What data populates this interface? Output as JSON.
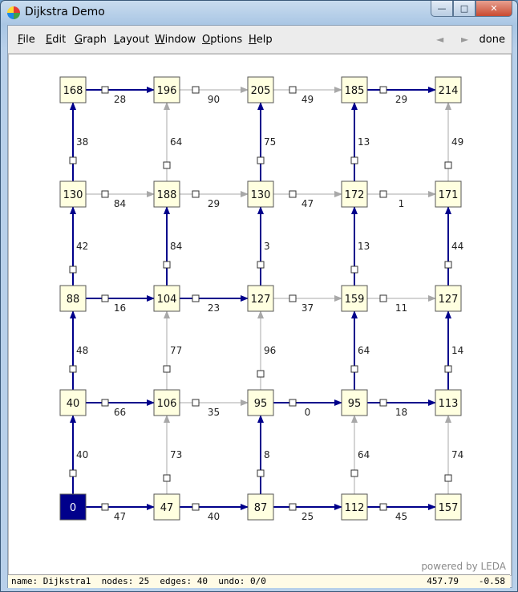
{
  "window": {
    "title": "Dijkstra Demo"
  },
  "window_buttons": {
    "minimize": "—",
    "maximize": "□",
    "close": "✕"
  },
  "menu": {
    "items": [
      {
        "label": "File",
        "mnemonic": "F",
        "rest": "ile"
      },
      {
        "label": "Edit",
        "mnemonic": "E",
        "rest": "dit"
      },
      {
        "label": "Graph",
        "mnemonic": "G",
        "rest": "raph"
      },
      {
        "label": "Layout",
        "mnemonic": "L",
        "rest": "ayout"
      },
      {
        "label": "Window",
        "mnemonic": "W",
        "rest": "indow"
      },
      {
        "label": "Options",
        "mnemonic": "O",
        "rest": "ptions"
      },
      {
        "label": "Help",
        "mnemonic": "H",
        "rest": "elp"
      }
    ],
    "nav_back": "◄",
    "nav_forward": "►",
    "done": "done"
  },
  "graph": {
    "rows": 5,
    "cols": 5,
    "node_labels": [
      [
        "168",
        "196",
        "205",
        "185",
        "214"
      ],
      [
        "130",
        "188",
        "130",
        "172",
        "171"
      ],
      [
        "88",
        "104",
        "127",
        "159",
        "127"
      ],
      [
        "40",
        "106",
        "95",
        "95",
        "113"
      ],
      [
        "0",
        "47",
        "87",
        "112",
        "157"
      ]
    ],
    "source_node": {
      "row": 4,
      "col": 0
    },
    "colors": {
      "tree_edge": "#00008b",
      "other_edge": "#a8a8a8",
      "node_fill": "#ffffe0",
      "source_fill": "#00008b",
      "node_border": "#555555"
    },
    "edges": [
      {
        "from": [
          4,
          0
        ],
        "to": [
          4,
          1
        ],
        "w": "47",
        "tree": true
      },
      {
        "from": [
          4,
          1
        ],
        "to": [
          4,
          2
        ],
        "w": "40",
        "tree": true
      },
      {
        "from": [
          4,
          2
        ],
        "to": [
          4,
          3
        ],
        "w": "25",
        "tree": true
      },
      {
        "from": [
          4,
          3
        ],
        "to": [
          4,
          4
        ],
        "w": "45",
        "tree": true
      },
      {
        "from": [
          3,
          0
        ],
        "to": [
          3,
          1
        ],
        "w": "66",
        "tree": true
      },
      {
        "from": [
          3,
          1
        ],
        "to": [
          3,
          2
        ],
        "w": "35",
        "tree": false
      },
      {
        "from": [
          3,
          2
        ],
        "to": [
          3,
          3
        ],
        "w": "0",
        "tree": true
      },
      {
        "from": [
          3,
          3
        ],
        "to": [
          3,
          4
        ],
        "w": "18",
        "tree": true
      },
      {
        "from": [
          2,
          0
        ],
        "to": [
          2,
          1
        ],
        "w": "16",
        "tree": true
      },
      {
        "from": [
          2,
          1
        ],
        "to": [
          2,
          2
        ],
        "w": "23",
        "tree": true
      },
      {
        "from": [
          2,
          2
        ],
        "to": [
          2,
          3
        ],
        "w": "37",
        "tree": false
      },
      {
        "from": [
          2,
          3
        ],
        "to": [
          2,
          4
        ],
        "w": "11",
        "tree": false
      },
      {
        "from": [
          1,
          0
        ],
        "to": [
          1,
          1
        ],
        "w": "84",
        "tree": false
      },
      {
        "from": [
          1,
          1
        ],
        "to": [
          1,
          2
        ],
        "w": "29",
        "tree": false
      },
      {
        "from": [
          1,
          2
        ],
        "to": [
          1,
          3
        ],
        "w": "47",
        "tree": false
      },
      {
        "from": [
          1,
          3
        ],
        "to": [
          1,
          4
        ],
        "w": "1",
        "tree": false
      },
      {
        "from": [
          0,
          0
        ],
        "to": [
          0,
          1
        ],
        "w": "28",
        "tree": true
      },
      {
        "from": [
          0,
          1
        ],
        "to": [
          0,
          2
        ],
        "w": "90",
        "tree": false
      },
      {
        "from": [
          0,
          2
        ],
        "to": [
          0,
          3
        ],
        "w": "49",
        "tree": false
      },
      {
        "from": [
          0,
          3
        ],
        "to": [
          0,
          4
        ],
        "w": "29",
        "tree": true
      },
      {
        "from": [
          4,
          0
        ],
        "to": [
          3,
          0
        ],
        "w": "40",
        "tree": true
      },
      {
        "from": [
          4,
          1
        ],
        "to": [
          3,
          1
        ],
        "w": "73",
        "tree": false
      },
      {
        "from": [
          4,
          2
        ],
        "to": [
          3,
          2
        ],
        "w": "8",
        "tree": true
      },
      {
        "from": [
          4,
          3
        ],
        "to": [
          3,
          3
        ],
        "w": "64",
        "tree": false
      },
      {
        "from": [
          4,
          4
        ],
        "to": [
          3,
          4
        ],
        "w": "74",
        "tree": false
      },
      {
        "from": [
          3,
          0
        ],
        "to": [
          2,
          0
        ],
        "w": "48",
        "tree": true
      },
      {
        "from": [
          3,
          1
        ],
        "to": [
          2,
          1
        ],
        "w": "77",
        "tree": false
      },
      {
        "from": [
          3,
          2
        ],
        "to": [
          2,
          2
        ],
        "w": "96",
        "tree": false
      },
      {
        "from": [
          3,
          3
        ],
        "to": [
          2,
          3
        ],
        "w": "64",
        "tree": true
      },
      {
        "from": [
          3,
          4
        ],
        "to": [
          2,
          4
        ],
        "w": "14",
        "tree": true
      },
      {
        "from": [
          2,
          0
        ],
        "to": [
          1,
          0
        ],
        "w": "42",
        "tree": true
      },
      {
        "from": [
          2,
          1
        ],
        "to": [
          1,
          1
        ],
        "w": "84",
        "tree": true
      },
      {
        "from": [
          2,
          2
        ],
        "to": [
          1,
          2
        ],
        "w": "3",
        "tree": true
      },
      {
        "from": [
          2,
          3
        ],
        "to": [
          1,
          3
        ],
        "w": "13",
        "tree": true
      },
      {
        "from": [
          2,
          4
        ],
        "to": [
          1,
          4
        ],
        "w": "44",
        "tree": true
      },
      {
        "from": [
          1,
          0
        ],
        "to": [
          0,
          0
        ],
        "w": "38",
        "tree": true
      },
      {
        "from": [
          1,
          1
        ],
        "to": [
          0,
          1
        ],
        "w": "64",
        "tree": false
      },
      {
        "from": [
          1,
          2
        ],
        "to": [
          0,
          2
        ],
        "w": "75",
        "tree": true
      },
      {
        "from": [
          1,
          3
        ],
        "to": [
          0,
          3
        ],
        "w": "13",
        "tree": true
      },
      {
        "from": [
          1,
          4
        ],
        "to": [
          0,
          4
        ],
        "w": "49",
        "tree": false
      }
    ]
  },
  "powered_by": "powered by LEDA",
  "status": {
    "left": "name: Dijkstra1  nodes: 25  edges: 40  undo: 0/0",
    "x": "457.79",
    "y": "-0.58"
  }
}
